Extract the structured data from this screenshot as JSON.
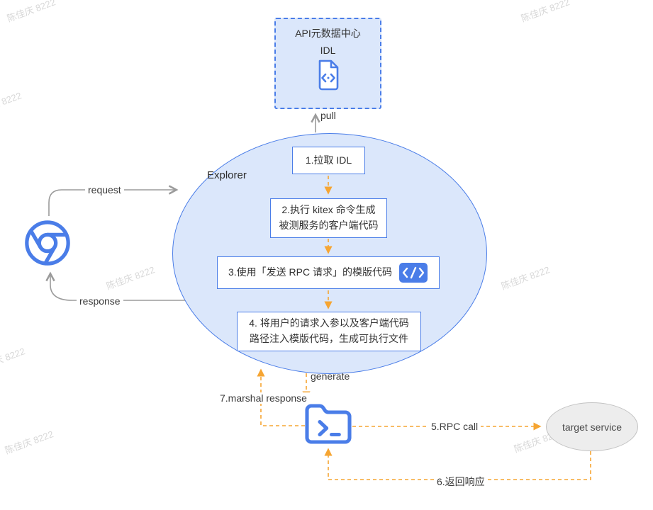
{
  "watermark": {
    "text": "陈佳庆 8222"
  },
  "idl_center": {
    "title": "API元数据中心",
    "subtitle": "IDL",
    "icon": "code-file-icon"
  },
  "explorer": {
    "label": "Explorer",
    "steps": [
      {
        "line1": "1.拉取 IDL"
      },
      {
        "line1": "2.执行 kitex 命令生成",
        "line2": "被测服务的客户端代码"
      },
      {
        "line1": "3.使用「发送 RPC 请求」的模版代码",
        "icon": "code-window-icon"
      },
      {
        "line1": "4. 将用户的请求入参以及客户端代码",
        "line2": "路径注入模版代码，生成可执行文件"
      }
    ]
  },
  "browser": {
    "icon": "chrome-icon"
  },
  "executable": {
    "icon": "folder-terminal-icon"
  },
  "target_service": {
    "label": "target service"
  },
  "edges": {
    "pull": "pull",
    "request": "request",
    "response": "response",
    "generate": "generate",
    "marshal_response": "7.marshal response",
    "rpc_call": "5.RPC call",
    "return_response": "6.返回响应"
  },
  "colors": {
    "blue": "#4a7de8",
    "light_blue": "#dbe7fb",
    "orange": "#f6a532",
    "gray_line": "#9b9b9b",
    "target_gray": "#ededed"
  }
}
